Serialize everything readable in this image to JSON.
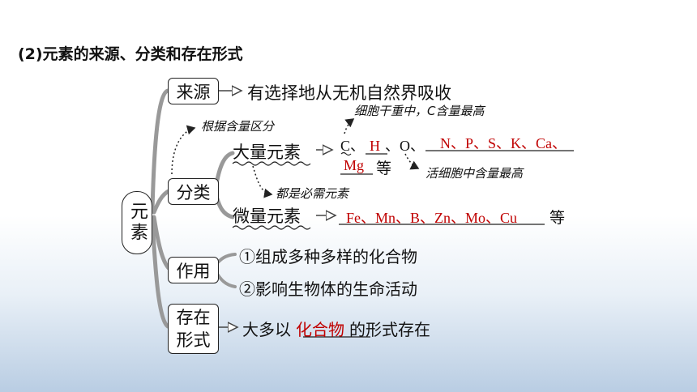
{
  "heading": "(2)元素的来源、分类和存在形式",
  "root": "元素",
  "source": {
    "label": "来源",
    "text": "有选择地从无机自然界吸收"
  },
  "classify": {
    "label": "分类",
    "note_basis": "根据含量区分",
    "macro": {
      "label": "大量元素",
      "c": "C",
      "sep1": "、",
      "h": "H",
      "sep2": "、",
      "o": "O",
      "sep3": "、",
      "rest": "N、P、S、K、Ca、",
      "mg": "Mg",
      "suffix": "等",
      "note_top": "细胞干重中，C含量最高",
      "note_bottom": "活细胞中含量最高"
    },
    "note_all": "都是必需元素",
    "micro": {
      "label": "微量元素",
      "elements": "Fe、Mn、B、Zn、Mo、Cu",
      "suffix": "等"
    }
  },
  "function": {
    "label": "作用",
    "item1": "①组成多种多样的化合物",
    "item2": "②影响生物体的生命活动"
  },
  "form": {
    "label_line1": "存在",
    "label_line2": "形式",
    "prefix": "大多以",
    "answer": "化合物",
    "suffix": "的形式存在"
  },
  "colors": {
    "answer": "#c00000",
    "text": "#111111"
  }
}
